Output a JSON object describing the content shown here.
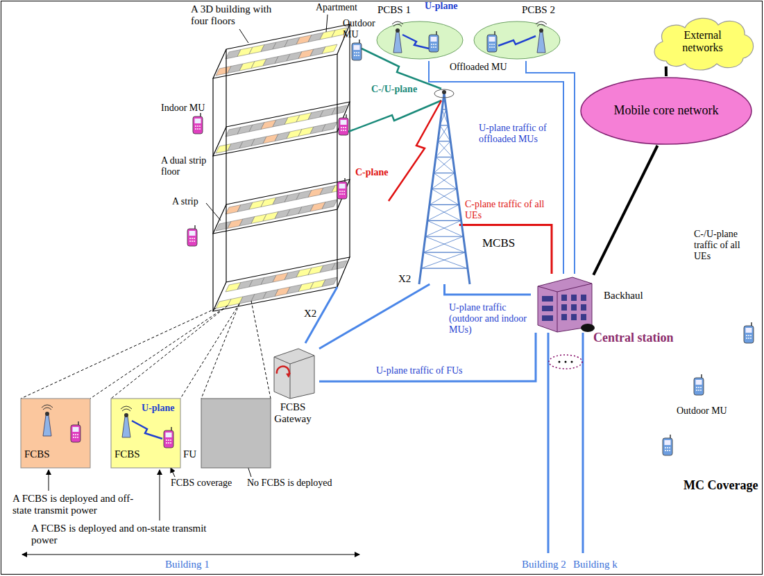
{
  "diagram": {
    "nodes": [
      {
        "text": [
          "External networks"
        ]
      },
      {
        "text": [
          "Mobile core network"
        ]
      },
      {
        "text": [
          "Central station"
        ]
      },
      {
        "text": [
          "FCBS Gateway"
        ]
      },
      {
        "text": [
          "MCBS"
        ]
      },
      {
        "text": [
          "PCBS 1"
        ]
      },
      {
        "text": [
          "PCBS 2"
        ]
      },
      {
        "text": [
          "FCBS"
        ]
      },
      {
        "text": [
          "FCBS",
          "U-plane",
          "FU"
        ]
      }
    ],
    "edges": [
      {
        "from": 0,
        "to": 1,
        "arrow": "none"
      },
      {
        "from": 1,
        "to": 2,
        "arrow": "none",
        "label": "Backhaul"
      },
      {
        "from": 4,
        "to": 2,
        "arrow": "none",
        "label": "C-plane traffic of all UEs"
      },
      {
        "from": 4,
        "to": 2,
        "arrow": "none",
        "label": "U-plane traffic (outdoor and indoor MUs)"
      },
      {
        "from": 3,
        "to": 2,
        "arrow": "none",
        "label": "U-plane traffic of FUs"
      },
      {
        "from": 4,
        "to": 3,
        "arrow": "none",
        "label": "X2"
      },
      {
        "from": 5,
        "to": 2,
        "arrow": "none",
        "label": "U-plane traffic of offloaded MUs"
      },
      {
        "from": 6,
        "to": 2,
        "arrow": "none"
      }
    ],
    "labels": [
      "A 3D building with four floors",
      "Apartment",
      "Outdoor MU",
      "Indoor MU",
      "A dual strip floor",
      "A strip",
      "C-/U-plane",
      "C-plane",
      "U-plane",
      "Offloaded MU",
      "X2",
      "C-/U-plane traffic of all UEs",
      "Outdoor MU",
      "MC Coverage",
      "FCBS coverage",
      "No FCBS is deployed",
      "A FCBS is deployed and off-state transmit power",
      "A FCBS is deployed and on-state transmit power",
      "Building 1",
      "Building 2",
      "Building k"
    ]
  }
}
